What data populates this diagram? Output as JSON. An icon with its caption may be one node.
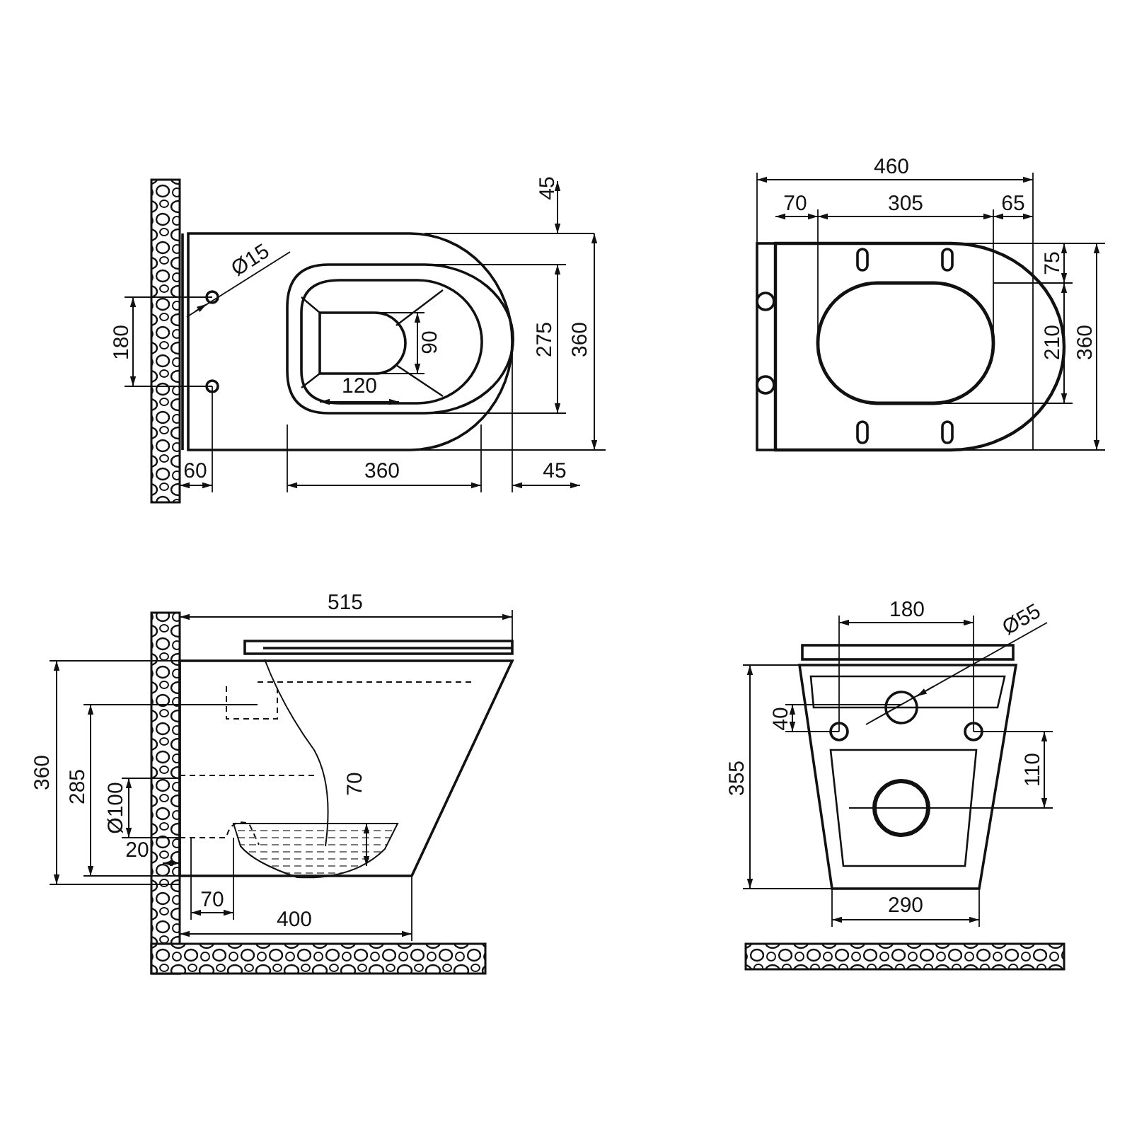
{
  "diagram": {
    "labels": [
      "45",
      "Ø15",
      "180",
      "90",
      "275",
      "360",
      "120",
      "60",
      "360",
      "45",
      "460",
      "70",
      "305",
      "65",
      "75",
      "210",
      "360",
      "515",
      "360",
      "285",
      "70",
      "Ø100",
      "20",
      "70",
      "400",
      "180",
      "Ø55",
      "40",
      "355",
      "110",
      "290"
    ]
  }
}
